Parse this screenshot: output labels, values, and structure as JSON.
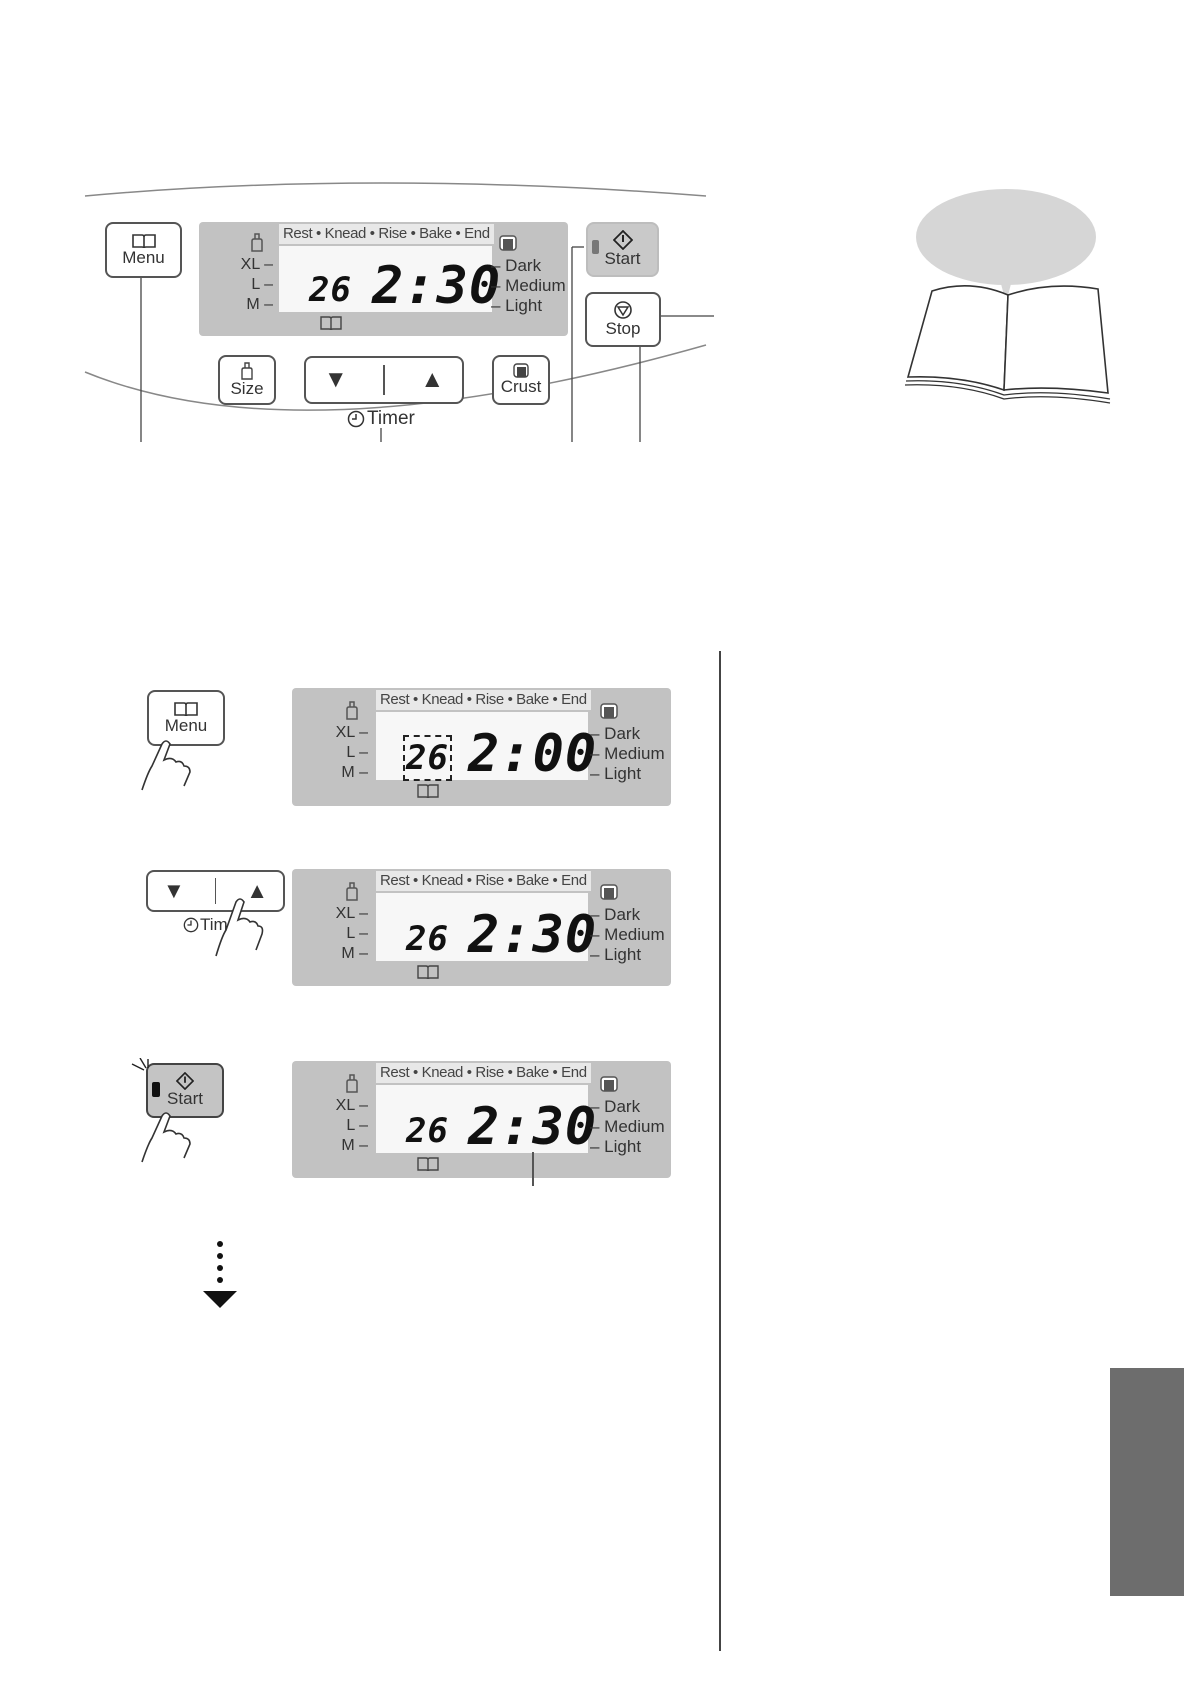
{
  "panel_stages": "Rest • Knead • Rise • Bake • End",
  "size_labels": [
    "XL –",
    "L –",
    "M –"
  ],
  "crust_labels": [
    "– Dark",
    "– Medium",
    "– Light"
  ],
  "buttons": {
    "menu": "Menu",
    "size": "Size",
    "timer": "Timer",
    "crust": "Crust",
    "start": "Start",
    "stop": "Stop",
    "down_arrow": "▼",
    "up_arrow": "▲"
  },
  "top_display": {
    "menu_number": "26",
    "time": "2:30"
  },
  "steps": [
    {
      "menu_number": "26",
      "time": "2:00"
    },
    {
      "menu_number": "26",
      "time": "2:30",
      "timer_label": "Tim"
    },
    {
      "menu_number": "26",
      "time": "2:30"
    }
  ],
  "colors": {
    "panel": "#c2c2c2",
    "side_tab": "#6d6d6d",
    "speech_bubble": "#d6d6d6"
  }
}
